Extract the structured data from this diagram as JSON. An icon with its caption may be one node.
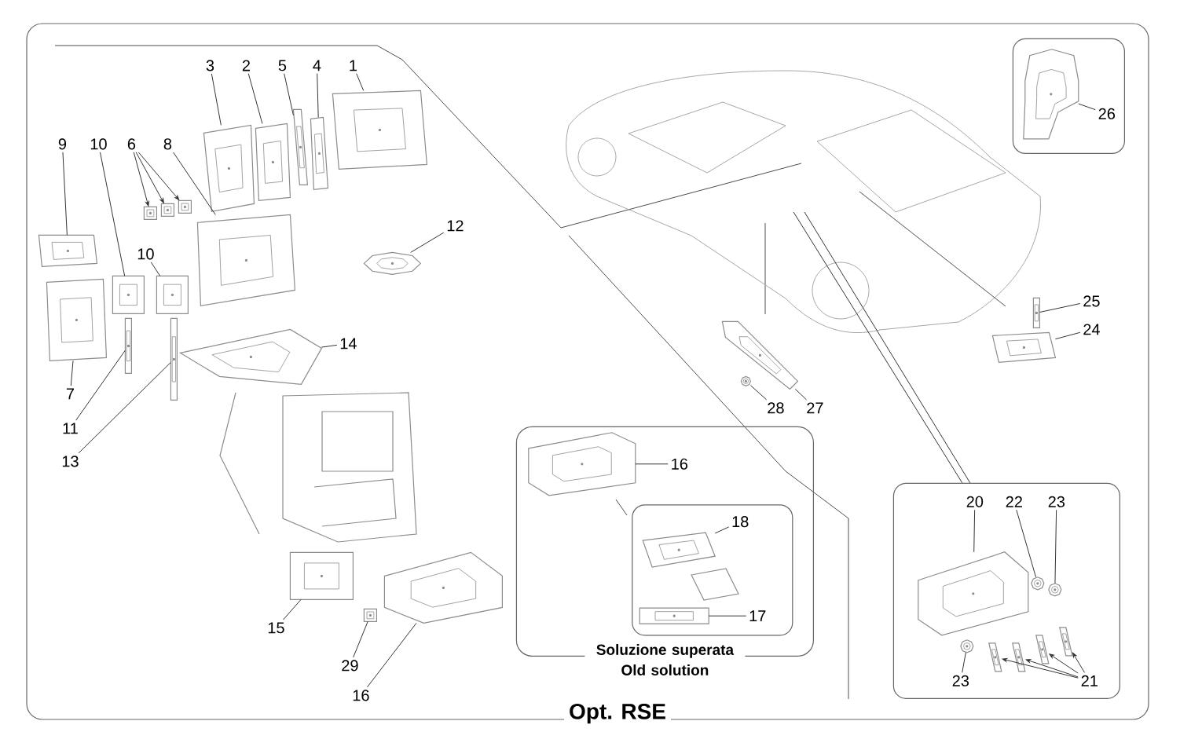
{
  "diagram": {
    "nodes": [
      {
        "text": [
          "Opt. RSE"
        ]
      },
      {
        "text": [
          "3"
        ],
        "in": 0
      },
      {
        "text": [
          "2"
        ],
        "in": 0
      },
      {
        "text": [
          "5"
        ],
        "in": 0
      },
      {
        "text": [
          "4"
        ],
        "in": 0
      },
      {
        "text": [
          "1"
        ],
        "in": 0
      },
      {
        "text": [
          "9"
        ],
        "in": 0
      },
      {
        "text": [
          "10"
        ],
        "in": 0
      },
      {
        "text": [
          "6"
        ],
        "in": 0
      },
      {
        "text": [
          "8"
        ],
        "in": 0
      },
      {
        "text": [
          "10"
        ],
        "in": 0
      },
      {
        "text": [
          "12"
        ],
        "in": 0
      },
      {
        "text": [
          "14"
        ],
        "in": 0
      },
      {
        "text": [
          "7"
        ],
        "in": 0
      },
      {
        "text": [
          "11"
        ],
        "in": 0
      },
      {
        "text": [
          "13"
        ],
        "in": 0
      },
      {
        "text": [
          "15"
        ],
        "in": 0
      },
      {
        "text": [
          "29"
        ],
        "in": 0
      },
      {
        "text": [
          "16"
        ],
        "in": 0
      },
      {
        "text": [],
        "shape": "box",
        "in": 0
      },
      {
        "text": [
          "26"
        ],
        "in": 19
      },
      {
        "text": [
          "25"
        ],
        "in": 0
      },
      {
        "text": [
          "24"
        ],
        "in": 0
      },
      {
        "text": [
          "28"
        ],
        "in": 0
      },
      {
        "text": [
          "27"
        ],
        "in": 0
      },
      {
        "text": [
          "Soluzione superata Old solution"
        ],
        "in": 0
      },
      {
        "text": [
          "16"
        ],
        "in": 25
      },
      {
        "text": [],
        "shape": "box",
        "in": 25
      },
      {
        "text": [
          "18"
        ],
        "in": 27
      },
      {
        "text": [
          "17"
        ],
        "in": 27
      },
      {
        "text": [],
        "shape": "box",
        "in": 0
      },
      {
        "text": [
          "20"
        ],
        "in": 30
      },
      {
        "text": [
          "22"
        ],
        "in": 30
      },
      {
        "text": [
          "23"
        ],
        "in": 30
      },
      {
        "text": [
          "23"
        ],
        "in": 30
      },
      {
        "text": [
          "21"
        ],
        "in": 30
      },
      {
        "text": [],
        "shape": "picture",
        "in": 0
      },
      {
        "text": [],
        "shape": "picture",
        "in": 0
      },
      {
        "text": [],
        "shape": "picture",
        "in": 0
      },
      {
        "text": [],
        "shape": "picture",
        "in": 0
      },
      {
        "text": [],
        "shape": "picture",
        "in": 0
      },
      {
        "text": [],
        "shape": "picture",
        "in": 0
      },
      {
        "text": [],
        "shape": "picture",
        "in": 0
      },
      {
        "text": [],
        "shape": "picture",
        "in": 0
      },
      {
        "text": [],
        "shape": "picture",
        "in": 0
      },
      {
        "text": [],
        "shape": "picture",
        "in": 0
      },
      {
        "text": [],
        "shape": "picture",
        "in": 0
      },
      {
        "text": [],
        "shape": "picture",
        "in": 0
      },
      {
        "text": [],
        "shape": "picture",
        "in": 0
      },
      {
        "text": [],
        "shape": "picture",
        "in": 0
      },
      {
        "text": [],
        "shape": "picture",
        "in": 0
      },
      {
        "text": [],
        "shape": "picture",
        "in": 0
      },
      {
        "text": [],
        "shape": "picture",
        "in": 0
      },
      {
        "text": [],
        "shape": "picture",
        "in": 0
      },
      {
        "text": [],
        "shape": "picture",
        "in": 0
      },
      {
        "text": [],
        "shape": "picture",
        "in": 0
      },
      {
        "text": [],
        "shape": "picture",
        "in": 19
      },
      {
        "text": [],
        "shape": "picture",
        "in": 0
      },
      {
        "text": [],
        "shape": "picture",
        "in": 0
      },
      {
        "text": [],
        "shape": "picture",
        "in": 0
      },
      {
        "text": [],
        "shape": "picture",
        "in": 0
      },
      {
        "text": [],
        "shape": "picture",
        "in": 25
      },
      {
        "text": [],
        "shape": "picture",
        "in": 27
      },
      {
        "text": [],
        "shape": "picture",
        "in": 27
      },
      {
        "text": [],
        "shape": "picture",
        "in": 30
      },
      {
        "text": [],
        "shape": "picture",
        "in": 30
      },
      {
        "text": [],
        "shape": "picture",
        "in": 30
      },
      {
        "text": [],
        "shape": "picture",
        "in": 30
      },
      {
        "text": [],
        "shape": "picture",
        "in": 30
      },
      {
        "text": [],
        "shape": "picture",
        "in": 30
      },
      {
        "text": [],
        "shape": "picture",
        "in": 30
      },
      {
        "text": [],
        "shape": "picture",
        "in": 30
      }
    ],
    "edges": [
      {
        "from": 1,
        "to": 36,
        "arrow": "none"
      },
      {
        "from": 2,
        "to": 37,
        "arrow": "none"
      },
      {
        "from": 3,
        "to": 38,
        "arrow": "none"
      },
      {
        "from": 4,
        "to": 39,
        "arrow": "none"
      },
      {
        "from": 5,
        "to": 40,
        "arrow": "none"
      },
      {
        "from": 6,
        "to": 41,
        "arrow": "none"
      },
      {
        "from": 7,
        "to": 42,
        "arrow": "none"
      },
      {
        "from": 8,
        "to": 43,
        "arrow": "to"
      },
      {
        "from": 8,
        "to": 44,
        "arrow": "to"
      },
      {
        "from": 8,
        "to": 45,
        "arrow": "to"
      },
      {
        "from": 9,
        "to": 46,
        "arrow": "none"
      },
      {
        "from": 10,
        "to": 47,
        "arrow": "none"
      },
      {
        "from": 11,
        "to": 48,
        "arrow": "none"
      },
      {
        "from": 12,
        "to": 49,
        "arrow": "none"
      },
      {
        "from": 13,
        "to": 50,
        "arrow": "none"
      },
      {
        "from": 14,
        "to": 51,
        "arrow": "none"
      },
      {
        "from": 15,
        "to": 52,
        "arrow": "none"
      },
      {
        "from": 16,
        "to": 53,
        "arrow": "none"
      },
      {
        "from": 17,
        "to": 54,
        "arrow": "none"
      },
      {
        "from": 18,
        "to": 55,
        "arrow": "none"
      },
      {
        "from": 20,
        "to": 56,
        "arrow": "none"
      },
      {
        "from": 21,
        "to": 57,
        "arrow": "none"
      },
      {
        "from": 22,
        "to": 58,
        "arrow": "none"
      },
      {
        "from": 23,
        "to": 59,
        "arrow": "none"
      },
      {
        "from": 24,
        "to": 60,
        "arrow": "none"
      },
      {
        "from": 26,
        "to": 61,
        "arrow": "none"
      },
      {
        "from": 28,
        "to": 62,
        "arrow": "none"
      },
      {
        "from": 29,
        "to": 63,
        "arrow": "none"
      },
      {
        "from": 31,
        "to": 64,
        "arrow": "none"
      },
      {
        "from": 32,
        "to": 65,
        "arrow": "none"
      },
      {
        "from": 33,
        "to": 66,
        "arrow": "none"
      },
      {
        "from": 34,
        "to": 67,
        "arrow": "none"
      },
      {
        "from": 35,
        "to": 68,
        "arrow": "to"
      },
      {
        "from": 35,
        "to": 69,
        "arrow": "to"
      },
      {
        "from": 35,
        "to": 70,
        "arrow": "to"
      },
      {
        "from": 35,
        "to": 71,
        "arrow": "to"
      },
      {
        "from": 30,
        "to": null,
        "arrow": "none"
      },
      {
        "from": 30,
        "to": null,
        "arrow": "none"
      }
    ]
  }
}
